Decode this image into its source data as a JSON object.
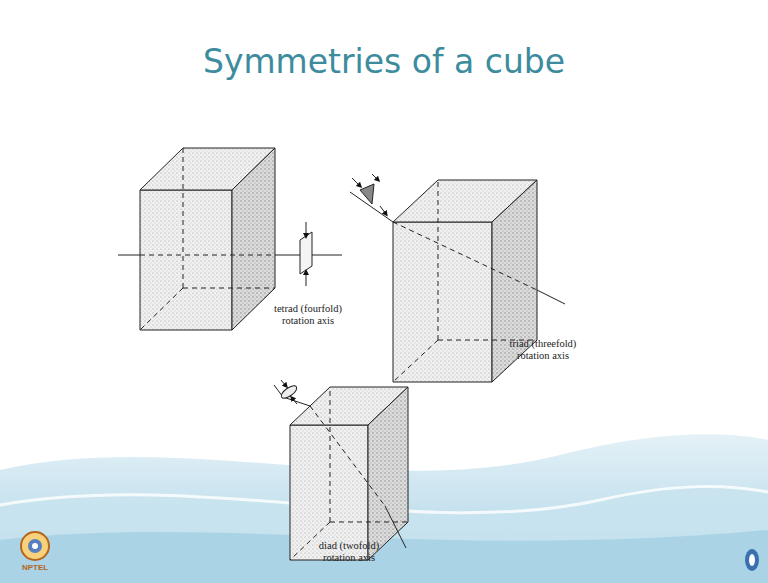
{
  "diagram": {
    "title": "Symmetries of a cube",
    "labels": [
      "tetrad (fourfold) rotation axis",
      "triad (threefold) rotation axis",
      "diad (twofold) rotation axis",
      "NPTEL"
    ]
  }
}
